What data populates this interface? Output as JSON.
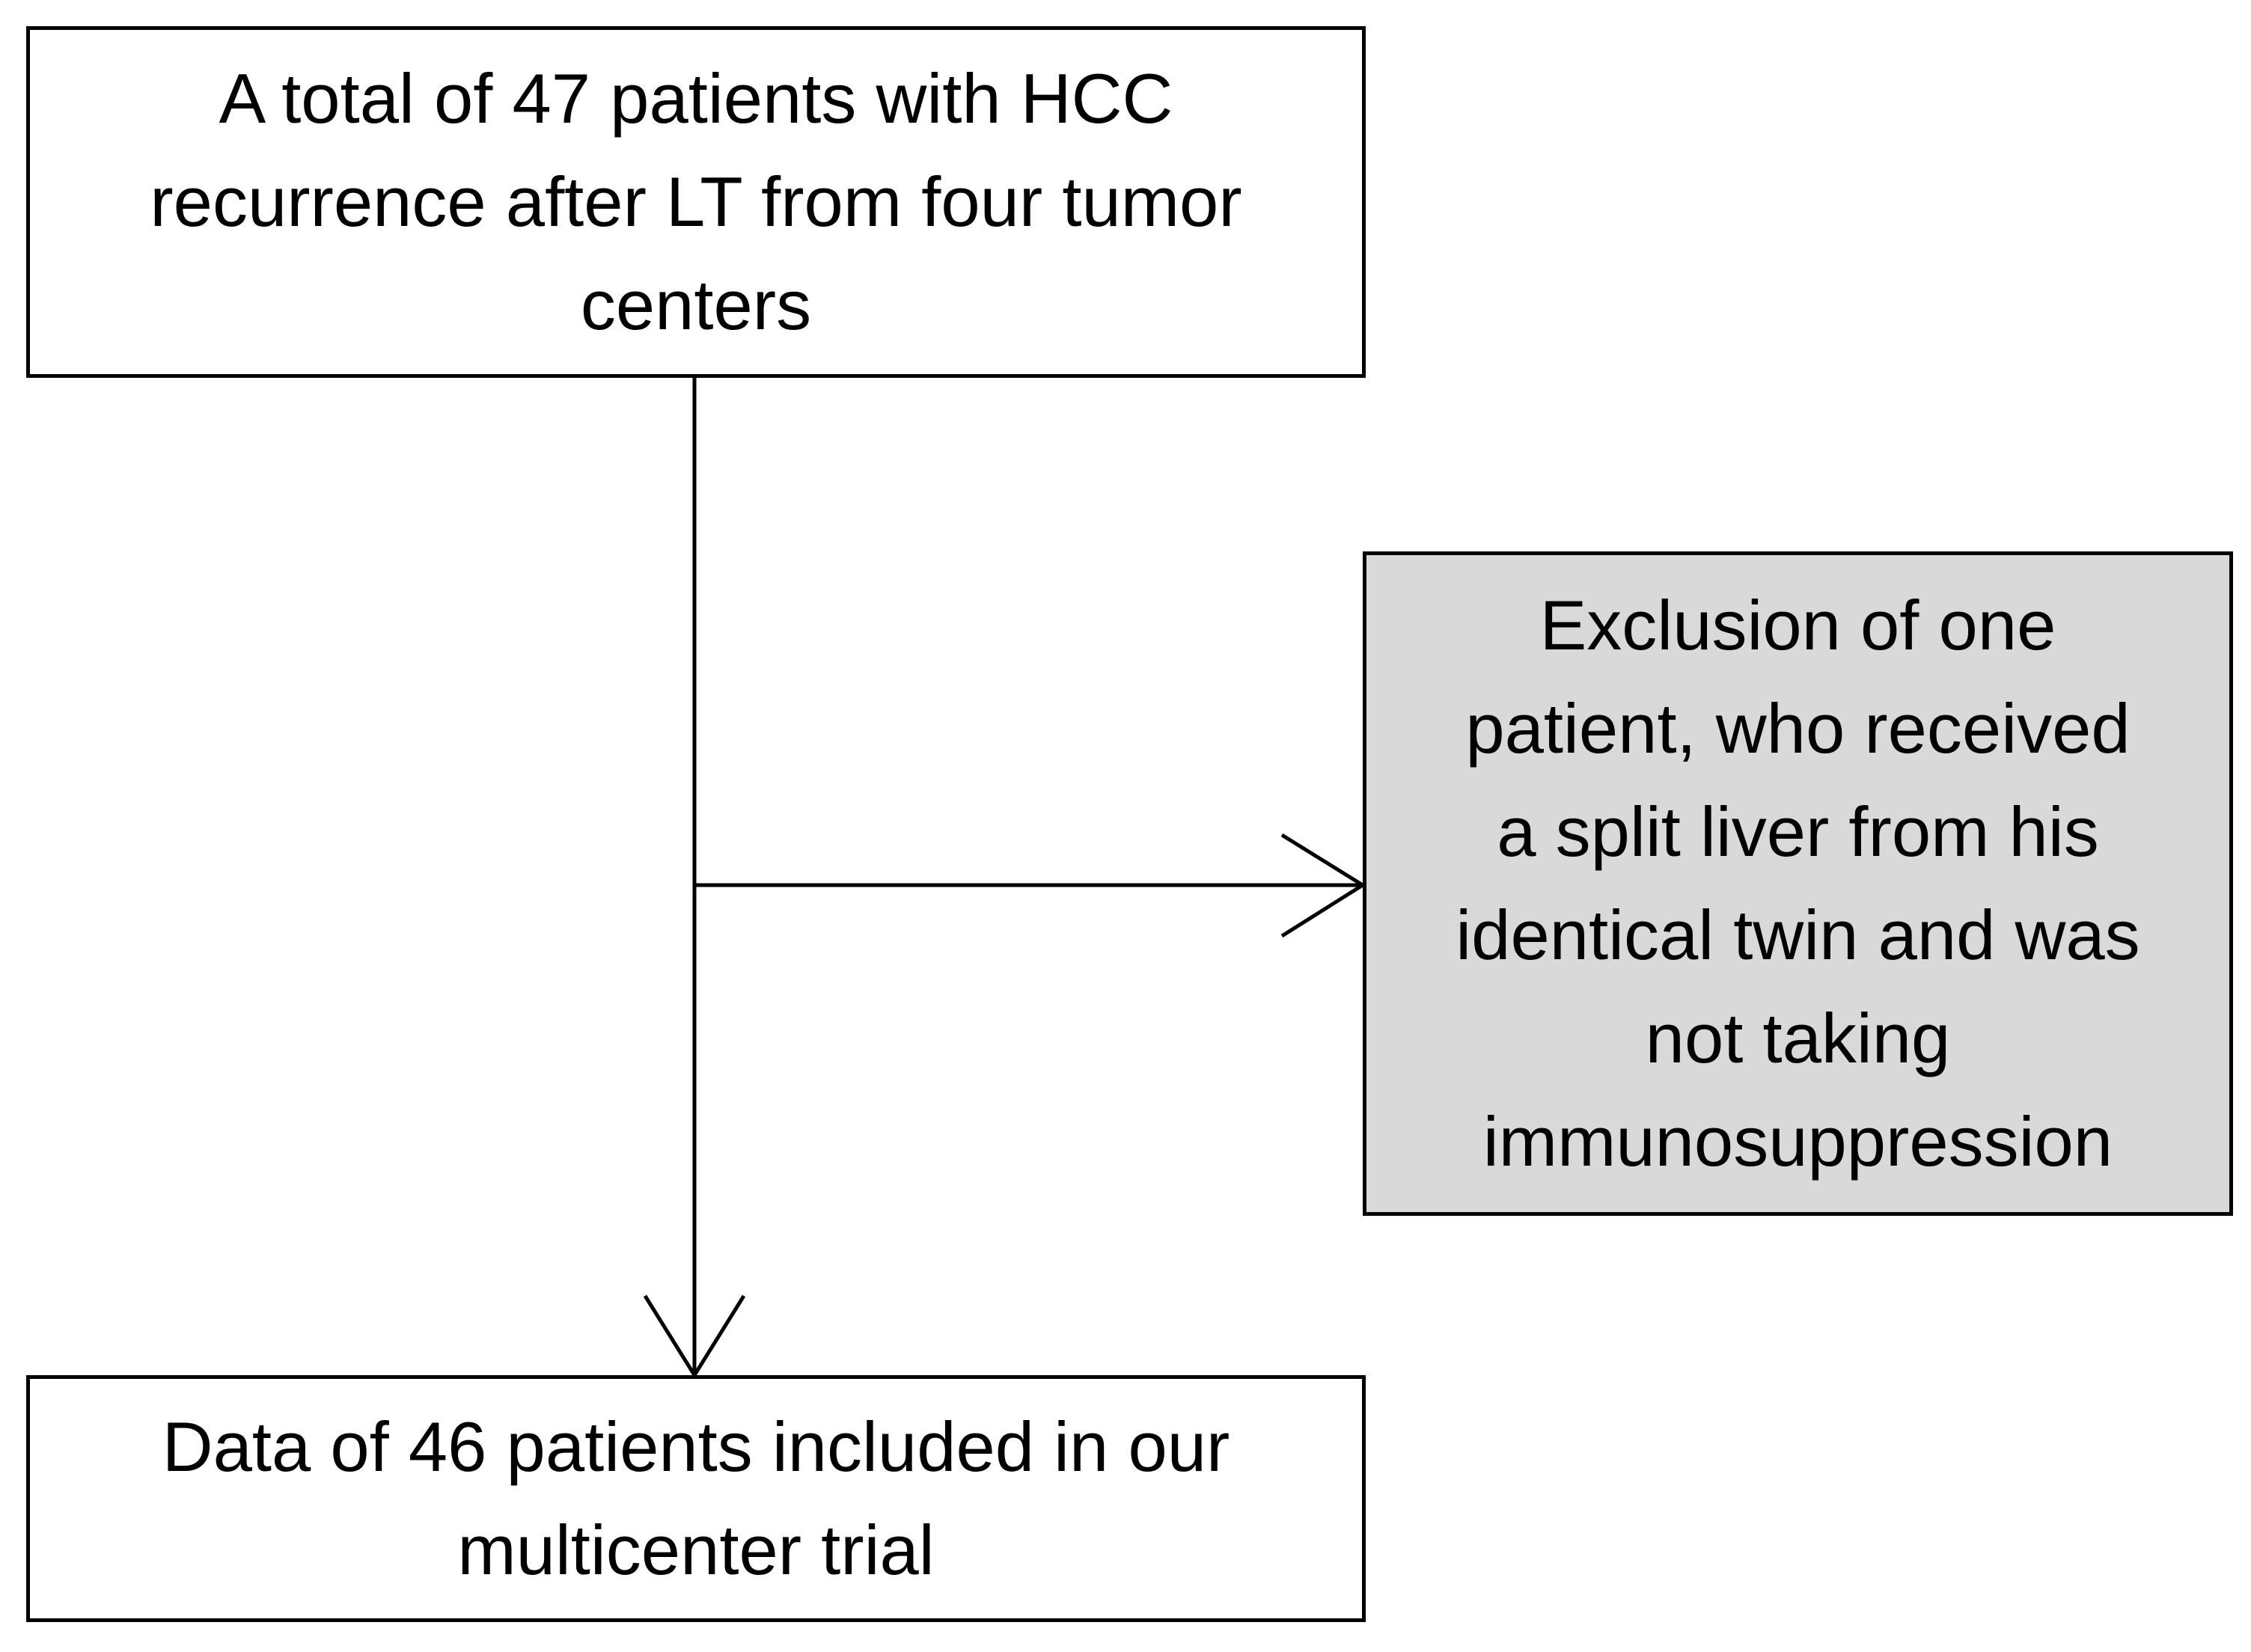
{
  "flowchart": {
    "start": {
      "lines": [
        "A total of 47 patients with HCC",
        "recurrence after LT from four tumor",
        "centers"
      ]
    },
    "exclusion": {
      "lines": [
        "Exclusion of one",
        "patient, who received",
        "a split liver from his",
        "identical twin and was",
        "not taking",
        "immunosuppression"
      ]
    },
    "included": {
      "lines": [
        "Data of 46 patients included in our",
        "multicenter trial"
      ]
    }
  },
  "colors": {
    "box_border": "#000000",
    "exclusion_fill": "#d9d9d9",
    "arrow": "#000000"
  }
}
